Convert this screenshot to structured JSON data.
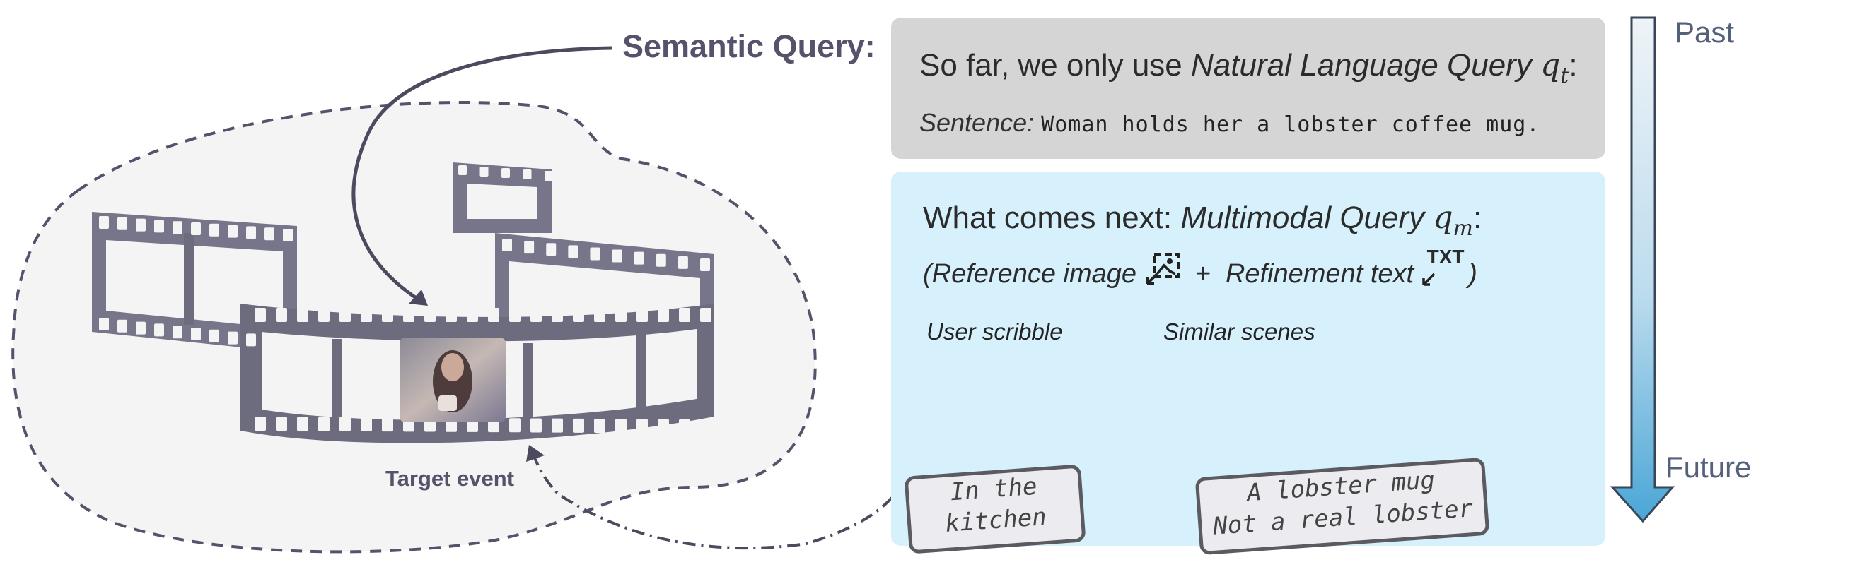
{
  "semantic_query_label": "Semantic Query:",
  "target_event_label": "Target event",
  "natural_language": {
    "title_prefix": "So far, we only use ",
    "title_emph": "Natural Language Query ",
    "symbol": "q",
    "symbol_sub": "t",
    "title_suffix": ":",
    "sentence_label": "Sentence:",
    "sentence_text": "Woman holds her a lobster coffee mug."
  },
  "multimodal": {
    "title_prefix": "What comes next: ",
    "title_emph": "Multimodal Query ",
    "symbol": "q",
    "symbol_sub": "m",
    "title_suffix": ":",
    "subtitle_open": "(Reference image",
    "subtitle_plus": "+",
    "subtitle_refine": "Refinement text",
    "subtitle_close": ")",
    "txt_icon_label": "TXT",
    "user_scribble_label": "User scribble",
    "similar_scenes_label": "Similar scenes",
    "tag_kitchen_line1": "In the",
    "tag_kitchen_line2": "kitchen",
    "tag_lobster_line1": "A lobster mug",
    "tag_lobster_line2": "Not a real lobster"
  },
  "timeline": {
    "past_label": "Past",
    "future_label": "Future"
  },
  "colors": {
    "film": "#6d6b7e",
    "nl_box": "#d5d5d5",
    "mm_box": "#d6f1fc",
    "arrow_top": "#eef2f6",
    "arrow_bottom": "#4aa6d6"
  }
}
